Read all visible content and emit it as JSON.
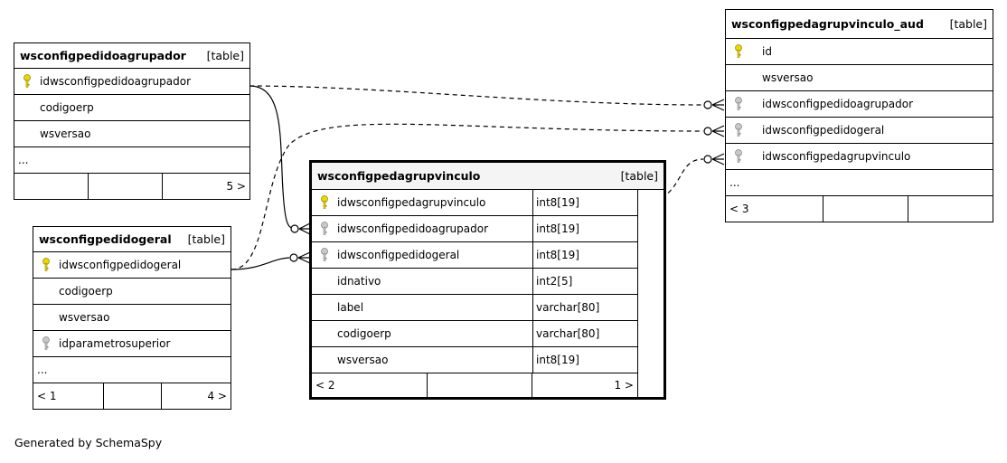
{
  "footer_text": "Generated by SchemaSpy",
  "tables": {
    "agrupador": {
      "name": "wsconfigpedidoagrupador",
      "type": "[table]",
      "columns": [
        {
          "name": "idwsconfigpedidoagrupador",
          "icon": "primary-key"
        },
        {
          "name": "codigoerp",
          "icon": "none"
        },
        {
          "name": "wsversao",
          "icon": "none"
        }
      ],
      "ellipsis": "...",
      "footer": [
        "",
        "",
        "5 >"
      ]
    },
    "geral": {
      "name": "wsconfigpedidogeral",
      "type": "[table]",
      "columns": [
        {
          "name": "idwsconfigpedidogeral",
          "icon": "primary-key"
        },
        {
          "name": "codigoerp",
          "icon": "none"
        },
        {
          "name": "wsversao",
          "icon": "none"
        },
        {
          "name": "idparametrosuperior",
          "icon": "foreign-key"
        }
      ],
      "ellipsis": "...",
      "footer": [
        "< 1",
        "",
        "4 >"
      ]
    },
    "vinculo": {
      "name": "wsconfigpedagrupvinculo",
      "type": "[table]",
      "columns": [
        {
          "name": "idwsconfigpedagrupvinculo",
          "type": "int8[19]",
          "icon": "primary-key"
        },
        {
          "name": "idwsconfigpedidoagrupador",
          "type": "int8[19]",
          "icon": "foreign-key"
        },
        {
          "name": "idwsconfigpedidogeral",
          "type": "int8[19]",
          "icon": "foreign-key"
        },
        {
          "name": "idnativo",
          "type": "int2[5]",
          "icon": "none"
        },
        {
          "name": "label",
          "type": "varchar[80]",
          "icon": "none"
        },
        {
          "name": "codigoerp",
          "type": "varchar[80]",
          "icon": "none"
        },
        {
          "name": "wsversao",
          "type": "int8[19]",
          "icon": "none"
        }
      ],
      "footer": [
        "< 2",
        "",
        "1 >"
      ]
    },
    "aud": {
      "name": "wsconfigpedagrupvinculo_aud",
      "type": "[table]",
      "columns": [
        {
          "name": "id",
          "icon": "primary-key"
        },
        {
          "name": "wsversao",
          "icon": "none"
        },
        {
          "name": "idwsconfigpedidoagrupador",
          "icon": "foreign-key"
        },
        {
          "name": "idwsconfigpedidogeral",
          "icon": "foreign-key"
        },
        {
          "name": "idwsconfigpedagrupvinculo",
          "icon": "foreign-key"
        }
      ],
      "ellipsis": "...",
      "footer": [
        "< 3",
        "",
        ""
      ]
    }
  },
  "colors": {
    "primary_key": "#e8d800",
    "foreign_key": "#b0b0b0",
    "line": "#000000"
  }
}
